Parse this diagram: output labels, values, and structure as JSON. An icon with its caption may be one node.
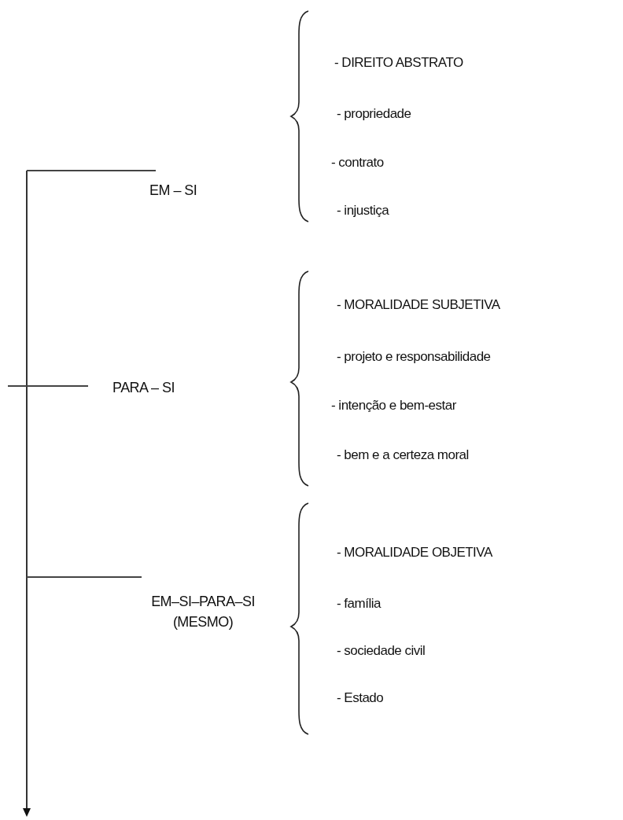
{
  "diagram": {
    "nodes": [
      {
        "text": [
          "EM – SI"
        ]
      },
      {
        "text": [
          "PARA – SI"
        ]
      },
      {
        "text": [
          "EM–SI–PARA–SI (MESMO)"
        ]
      }
    ],
    "edges": [
      {
        "from": null,
        "to": 0,
        "arrow": "none"
      },
      {
        "from": null,
        "to": 1,
        "arrow": "none"
      },
      {
        "from": null,
        "to": 2,
        "arrow": "none"
      }
    ],
    "labels": [
      "- DIREITO ABSTRATO",
      "- propriedade",
      "- contrato",
      "- injustiça",
      "- MORALIDADE SUBJETIVA",
      "- projeto e responsabilidade",
      "- intenção e bem-estar",
      "- bem e a certeza moral",
      "- MORALIDADE OBJETIVA",
      "- família",
      "- sociedade civil",
      "- Estado"
    ]
  }
}
